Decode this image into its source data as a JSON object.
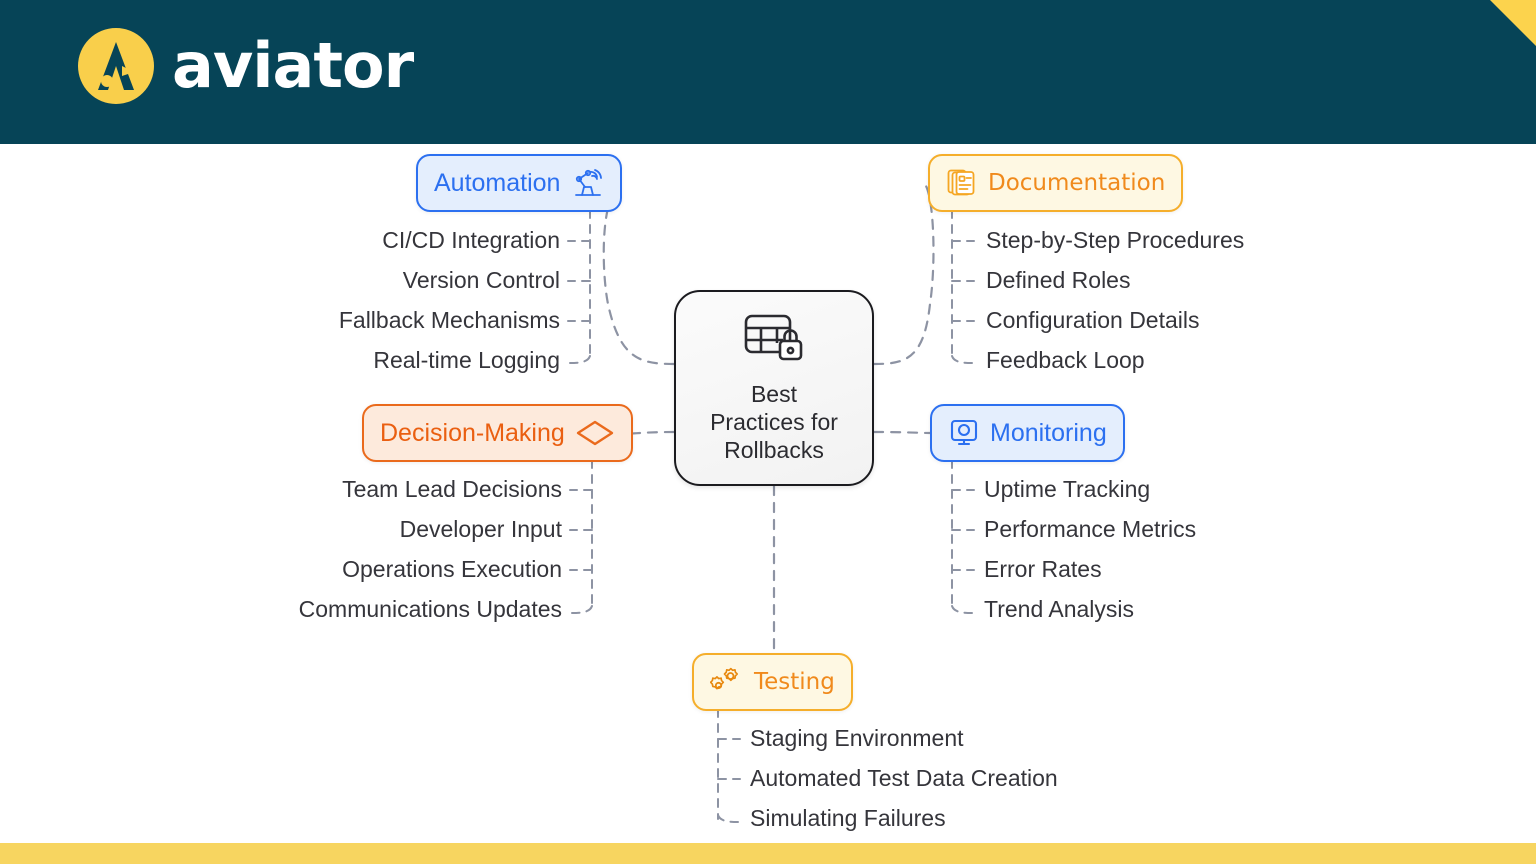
{
  "header": {
    "brand_name": "aviator",
    "logo_icon": "aviator-a-logo",
    "corner_accent_color": "#FCD34D",
    "background_color": "#064457"
  },
  "footer": {
    "bar_color": "#F7D560"
  },
  "diagram": {
    "type": "mind-map",
    "center": {
      "title": "Best\nPractices for\nRollbacks",
      "icon": "table-lock-icon"
    },
    "branches": [
      {
        "id": "automation",
        "label": "Automation",
        "icon": "robot-arm-icon",
        "theme": "blue",
        "accent": "#2C70F0",
        "fill": "#E4EEFD",
        "items": [
          "CI/CD Integration",
          "Version Control",
          "Fallback Mechanisms",
          "Real-time Logging"
        ]
      },
      {
        "id": "documentation",
        "label": "Documentation",
        "icon": "documents-stack-icon",
        "theme": "amber",
        "accent": "#F5AE2B",
        "fill": "#FEF8E3",
        "items": [
          "Step-by-Step Procedures",
          "Defined Roles",
          "Configuration Details",
          "Feedback Loop"
        ]
      },
      {
        "id": "decision-making",
        "label": "Decision-Making",
        "icon": "diamond-icon",
        "theme": "orange",
        "accent": "#EA6A1C",
        "fill": "#FDEADC",
        "items": [
          "Team Lead Decisions",
          "Developer Input",
          "Operations Execution",
          "Communications Updates"
        ]
      },
      {
        "id": "monitoring",
        "label": "Monitoring",
        "icon": "monitor-screen-icon",
        "theme": "blue",
        "accent": "#2C70F0",
        "fill": "#E4EEFD",
        "items": [
          "Uptime Tracking",
          "Performance Metrics",
          "Error Rates",
          "Trend Analysis"
        ]
      },
      {
        "id": "testing",
        "label": "Testing",
        "icon": "gears-icon",
        "theme": "amber",
        "accent": "#F5AE2B",
        "fill": "#FEF8E3",
        "items": [
          "Staging Environment",
          "Automated Test Data Creation",
          "Simulating Failures"
        ]
      }
    ]
  }
}
